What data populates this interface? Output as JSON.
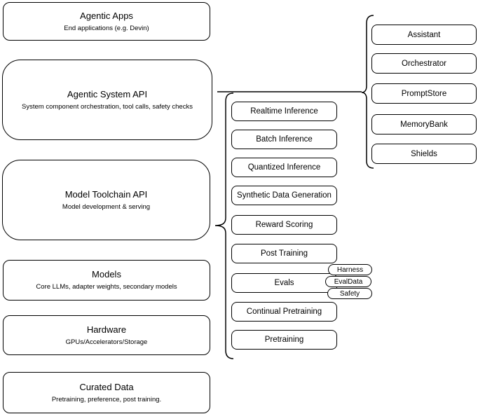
{
  "colors": {
    "stroke": "#000000",
    "fill": "#ffffff",
    "background": "#ffffff"
  },
  "layers": [
    {
      "title": "Agentic Apps",
      "subtitle": "End applications (e.g. Devin)"
    },
    {
      "title": "Agentic System API",
      "subtitle": "System component orchestration, tool calls, safety checks"
    },
    {
      "title": "Model Toolchain API",
      "subtitle": "Model development & serving"
    },
    {
      "title": "Models",
      "subtitle": "Core LLMs, adapter weights, secondary models"
    },
    {
      "title": "Hardware",
      "subtitle": "GPUs/Accelerators/Storage"
    },
    {
      "title": "Curated Data",
      "subtitle": "Pretraining, preference, post training."
    }
  ],
  "toolchain_items": [
    "Realtime Inference",
    "Batch Inference",
    "Quantized Inference",
    "Synthetic Data Generation",
    "Reward Scoring",
    "Post Training",
    "Evals",
    "Continual Pretraining",
    "Pretraining"
  ],
  "eval_badges": [
    "Harness",
    "EvalData",
    "Safety"
  ],
  "system_components": [
    "Assistant",
    "Orchestrator",
    "PromptStore",
    "MemoryBank",
    "Shields"
  ]
}
